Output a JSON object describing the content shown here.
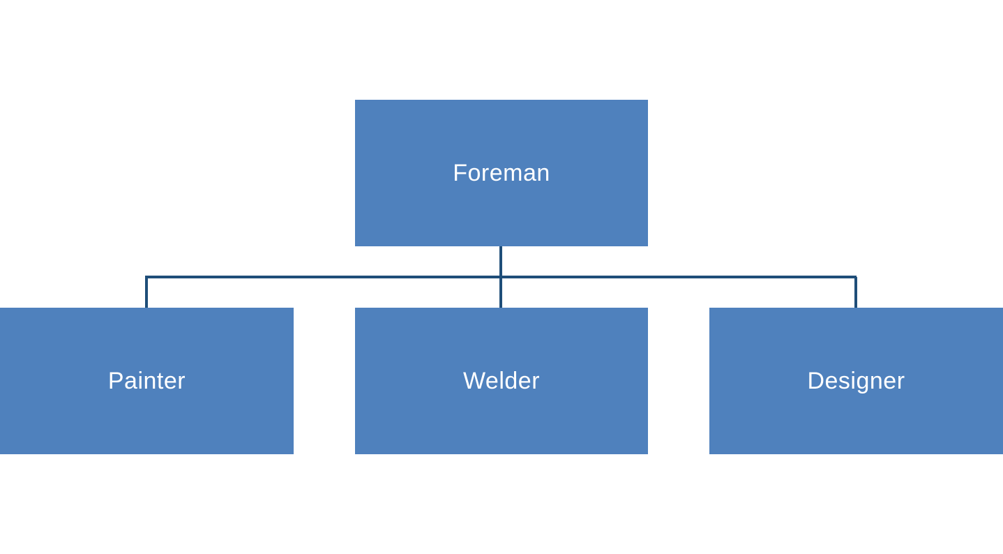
{
  "colors": {
    "node_fill": "#4f81bd",
    "connector": "#1f4e79",
    "background": "#ffffff",
    "text": "#ffffff"
  },
  "org_chart": {
    "root": {
      "label": "Foreman"
    },
    "children": [
      {
        "label": "Painter"
      },
      {
        "label": "Welder"
      },
      {
        "label": "Designer"
      }
    ]
  }
}
